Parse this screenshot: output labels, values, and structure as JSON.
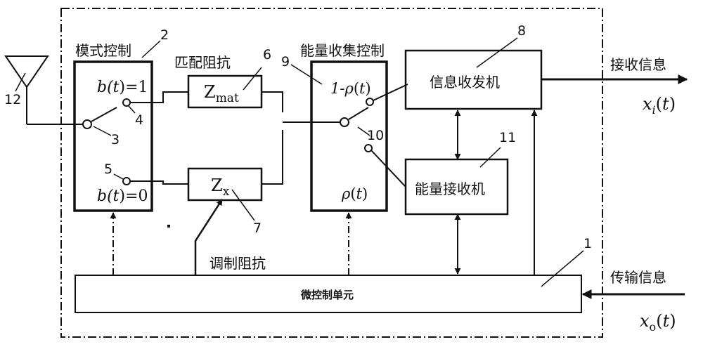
{
  "labels": {
    "mode_control": "模式控制",
    "matching_impedance": "匹配阻抗",
    "energy_harvest_control": "能量收集控制",
    "receive_info": "接收信息",
    "transmit_info": "传输信息",
    "modulation_impedance": "调制阻抗",
    "info_transceiver": "信息收发机",
    "energy_receiver": "能量接收机",
    "mcu": "微控制单元"
  },
  "math": {
    "b_prefix": "b(",
    "b_t": "t",
    "b1_suffix": ")=1",
    "b0_suffix": ")=0",
    "one_minus": "1-",
    "rho": "ρ",
    "open_paren": "(",
    "t": "t",
    "close_paren": ")",
    "z": "Z",
    "z_mat_sub": "mat",
    "z_x_sub": "x",
    "x": "x",
    "x_i_sub": "i",
    "x_o_sub": "o"
  },
  "numbers": {
    "n1": "1",
    "n2": "2",
    "n3": "3",
    "n4": "4",
    "n5": "5",
    "n6": "6",
    "n7": "7",
    "n8": "8",
    "n9": "9",
    "n10": "10",
    "n11": "11",
    "n12": "12"
  },
  "colors": {
    "line": "#111111",
    "background": "#ffffff"
  }
}
